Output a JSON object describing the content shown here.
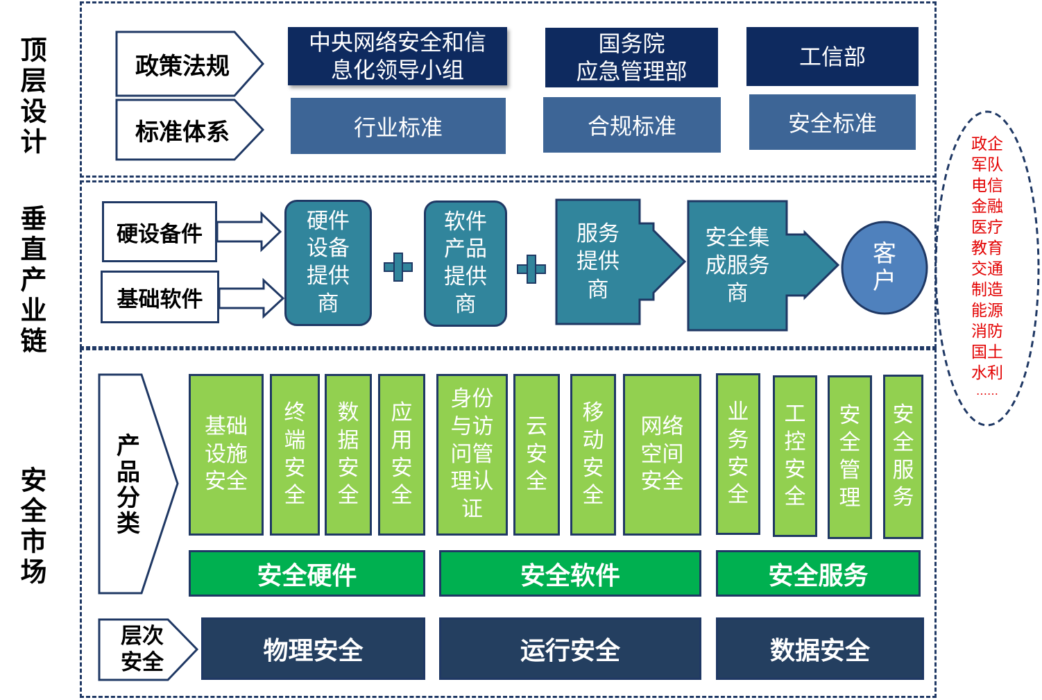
{
  "rows": {
    "top": "顶层设计",
    "vertical": "垂直产业链",
    "market": "安全市场"
  },
  "top_design": {
    "policy_label": "政策法规",
    "standard_label": "标准体系",
    "policy_orgs": [
      "中央网络安全和信息化领导小组",
      "国务院应急管理部",
      "工信部"
    ],
    "policy_orgs_lines": [
      [
        "中央网络安全和信",
        "息化领导小组"
      ],
      [
        "国务院",
        "应急管理部"
      ],
      [
        "工信部"
      ]
    ],
    "standards": [
      "行业标准",
      "合规标准",
      "安全标准"
    ]
  },
  "chain": {
    "inputs": [
      "硬设备件",
      "基础软件"
    ],
    "hardware_provider": [
      "硬件",
      "设备",
      "提供",
      "商"
    ],
    "software_provider": [
      "软件",
      "产品",
      "提供",
      "商"
    ],
    "service_provider": [
      "服务",
      "提供",
      "商"
    ],
    "integrator": [
      "安全集",
      "成服务",
      "商"
    ],
    "customer": [
      "客",
      "户"
    ]
  },
  "market": {
    "category_label": [
      "产",
      "品",
      "分",
      "类"
    ],
    "products": [
      {
        "lines": [
          "基础",
          "设施",
          "安全"
        ]
      },
      {
        "lines": [
          "终",
          "端",
          "安",
          "全"
        ]
      },
      {
        "lines": [
          "数",
          "据",
          "安",
          "全"
        ]
      },
      {
        "lines": [
          "应",
          "用",
          "安",
          "全"
        ]
      },
      {
        "lines": [
          "身份",
          "与访",
          "问管",
          "理认",
          "证"
        ]
      },
      {
        "lines": [
          "云",
          "安",
          "全"
        ]
      },
      {
        "lines": [
          "移",
          "动",
          "安",
          "全"
        ]
      },
      {
        "lines": [
          "网络",
          "空间",
          "安全"
        ]
      },
      {
        "lines": [
          "业",
          "务",
          "安",
          "全"
        ]
      },
      {
        "lines": [
          "工",
          "控",
          "安",
          "全"
        ]
      },
      {
        "lines": [
          "安",
          "全",
          "管",
          "理"
        ]
      },
      {
        "lines": [
          "安",
          "全",
          "服",
          "务"
        ]
      }
    ],
    "groups": [
      "安全硬件",
      "安全软件",
      "安全服务"
    ],
    "layer_label": [
      "层次",
      "安全"
    ],
    "layers": [
      "物理安全",
      "运行安全",
      "数据安全"
    ]
  },
  "industries": [
    "政企",
    "军队",
    "电信",
    "金融",
    "医疗",
    "教育",
    "交通",
    "制造",
    "能源",
    "消防",
    "国土",
    "水利",
    "……"
  ],
  "colors": {
    "navy": "#0e2a5f",
    "steel": "#3d6596",
    "teal": "#31859c",
    "green": "#92d050",
    "dark_green": "#00b050",
    "dark_navy": "#243f60",
    "customer": "#4f81bd",
    "industry_text": "#e30000",
    "border": "#1f3864"
  }
}
